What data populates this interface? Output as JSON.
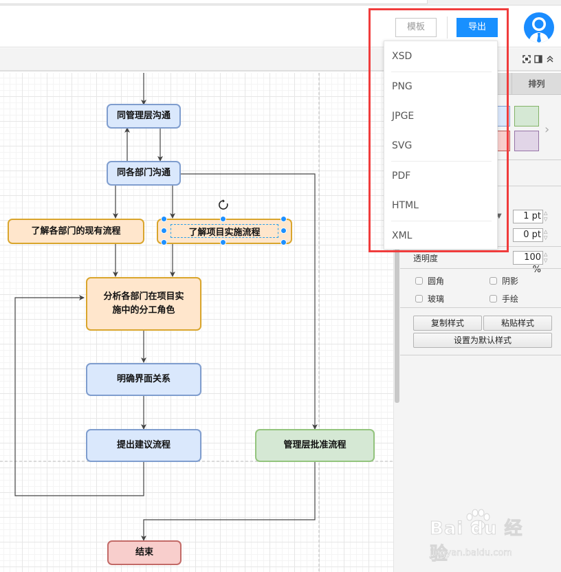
{
  "header": {
    "template_label": "模板",
    "export_label": "导出"
  },
  "export_menu": {
    "items": [
      "XSD",
      "PNG",
      "JPGE",
      "SVG",
      "PDF",
      "HTML",
      "XML"
    ]
  },
  "diagram": {
    "nodes": {
      "mgmt_comm": "同管理层沟通",
      "dept_comm": "同各部门沟通",
      "current_process": "了解各部门的现有流程",
      "project_process": "了解项目实施流程",
      "analyze_roles": "分析各部门在项目实施中的分工角色",
      "interfaces": "明确界面关系",
      "propose": "提出建议流程",
      "approve": "管理层批准流程",
      "end": "结束"
    },
    "selected_node": "了解项目实施流程"
  },
  "panel": {
    "tab_arrange": "排列",
    "colors": {
      "blue": "#dae8fc",
      "green": "#d5e8d4",
      "red": "#f8cecc",
      "purple": "#e1d5e7"
    },
    "line_width_value": "1 pt",
    "perimeter_value": "0 pt",
    "opacity_label": "透明度",
    "opacity_value": "100 %",
    "checkboxes": {
      "rounded": {
        "label": "圆角",
        "checked": false
      },
      "shadow": {
        "label": "阴影",
        "checked": false
      },
      "glass": {
        "label": "玻璃",
        "checked": false
      },
      "sketch": {
        "label": "手绘",
        "checked": false
      }
    },
    "copy_style": "复制样式",
    "paste_style": "粘贴样式",
    "set_default_style": "设置为默认样式"
  },
  "watermark": {
    "brand": "Bai du 经验",
    "url": "jingyan.baidu.com"
  },
  "accent": {
    "primary": "#1890ff",
    "highlight_box": "#f03c3c",
    "selection": "#1e90ff"
  }
}
